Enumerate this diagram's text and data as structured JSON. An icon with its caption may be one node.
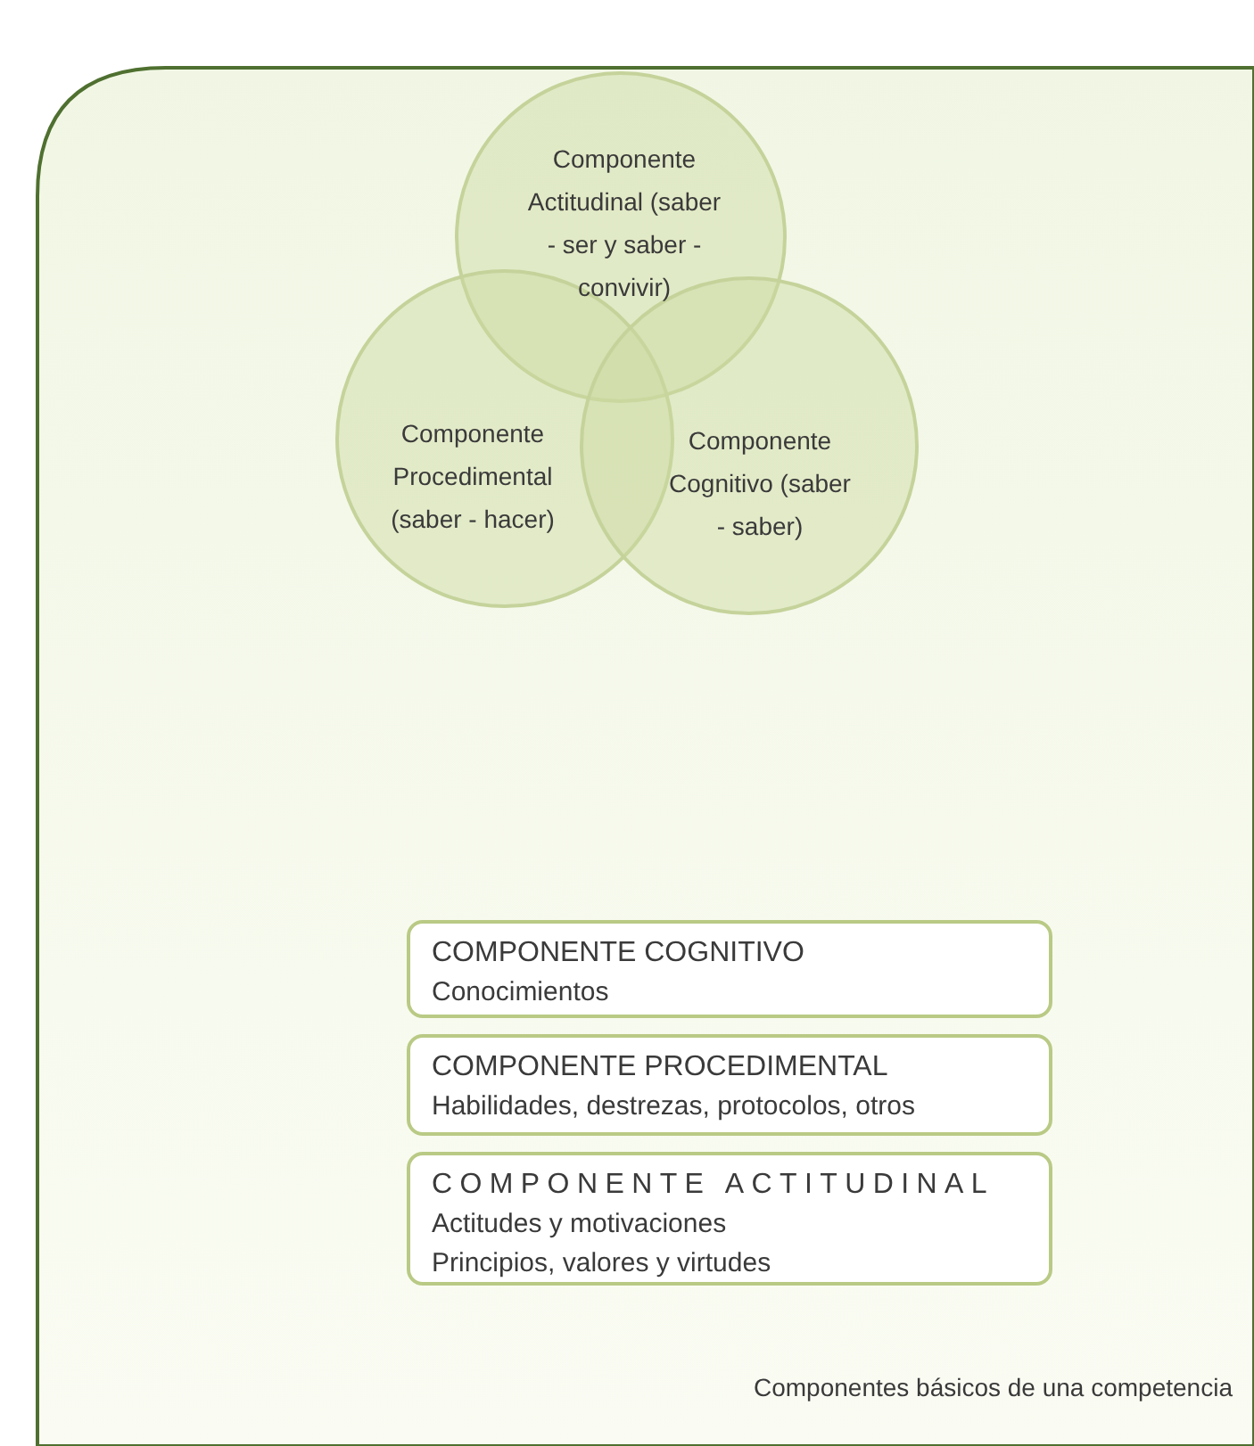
{
  "diagram": {
    "caption": "Componentes básicos de una competencia",
    "nodes": [
      {
        "text": [
          "Componente Actitudinal (saber - ser y saber - convivir)"
        ]
      },
      {
        "text": [
          "Componente Procedimental (saber - hacer)"
        ]
      },
      {
        "text": [
          "Componente Cognitivo (saber - saber)"
        ]
      },
      {
        "text": [
          "COMPONENTE COGNITIVO",
          "Conocimientos"
        ]
      },
      {
        "text": [
          "COMPONENTE PROCEDIMENTAL",
          "Habilidades, destrezas, protocolos, otros"
        ]
      },
      {
        "text": [
          "COMPONENTE ACTITUDINAL",
          "Actitudes y motivaciones",
          "Principios, valores y virtudes"
        ]
      }
    ],
    "edges": []
  }
}
